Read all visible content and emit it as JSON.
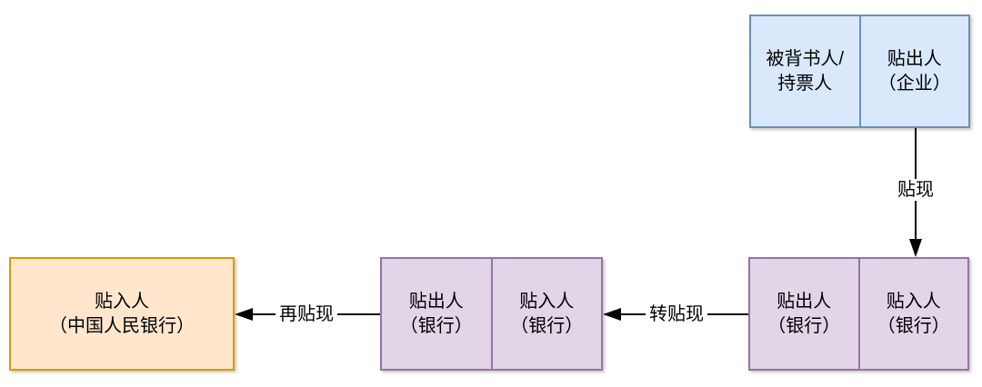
{
  "diagram": {
    "title": "bill-discounting-flow",
    "nodes": {
      "enterprise_pair": {
        "left_cell": "被背书人/\n持票人",
        "right_cell": "贴出人\n（企业）"
      },
      "bank_pair_right": {
        "left_cell": "贴出人\n（银行）",
        "right_cell": "贴入人\n（银行）"
      },
      "bank_pair_mid": {
        "left_cell": "贴出人\n（银行）",
        "right_cell": "贴入人\n（银行）"
      },
      "central_bank": {
        "label": "贴入人\n（中国人民银行）"
      }
    },
    "edges": {
      "discount_label": "贴现",
      "transfer_discount_label": "转贴现",
      "rediscount_label": "再贴现"
    },
    "colors": {
      "blue_fill": "#dae8fc",
      "blue_stroke": "#6c8ebf",
      "purple_fill": "#e1d5e7",
      "purple_stroke": "#9673a6",
      "orange_fill": "#ffe6cc",
      "orange_stroke": "#d79b00",
      "arrow": "#000000",
      "background": "#ffffff"
    }
  }
}
